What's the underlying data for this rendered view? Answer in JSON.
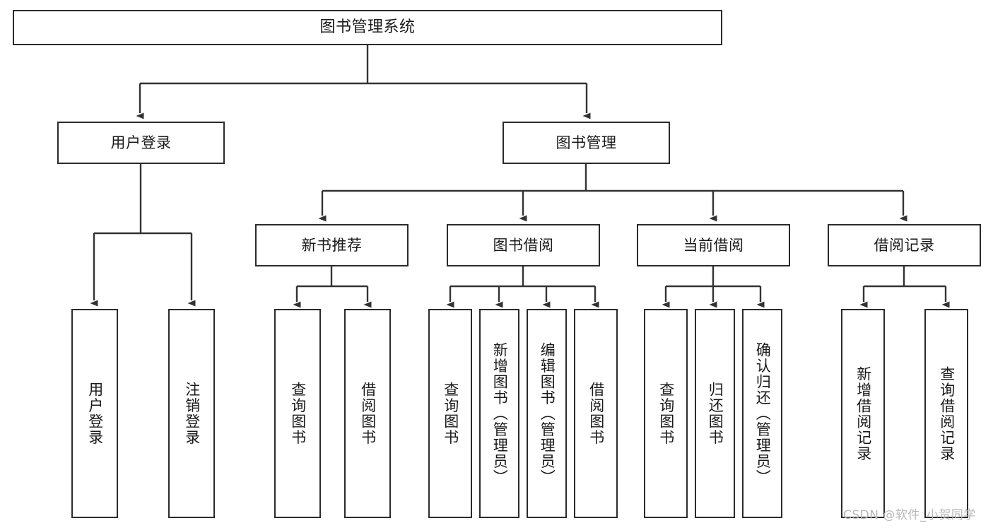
{
  "diagram": {
    "title": "图书管理系统",
    "type": "tree-hierarchy-chart",
    "colors": {
      "box_border": "#2b2b2b",
      "box_fill": "#ffffff",
      "edge": "#333333",
      "text": "#1a1a1a",
      "watermark": "#b9b9b9"
    },
    "root": {
      "label": "图书管理系统"
    },
    "level2": [
      {
        "label": "用户登录"
      },
      {
        "label": "图书管理"
      }
    ],
    "level3": [
      {
        "label": "新书推荐"
      },
      {
        "label": "图书借阅"
      },
      {
        "label": "当前借阅"
      },
      {
        "label": "借阅记录"
      }
    ],
    "leaves": {
      "user_login": [
        {
          "label": "用户登录"
        },
        {
          "label": "注销登录"
        }
      ],
      "new_book_recommend": [
        {
          "label": "查询图书"
        },
        {
          "label": "借阅图书"
        }
      ],
      "book_borrow": [
        {
          "label": "查询图书"
        },
        {
          "label": "新增图书（管理员）"
        },
        {
          "label": "编辑图书（管理员）"
        },
        {
          "label": "借阅图书"
        }
      ],
      "current_borrow": [
        {
          "label": "查询图书"
        },
        {
          "label": "归还图书"
        },
        {
          "label": "确认归还（管理员）"
        }
      ],
      "borrow_record": [
        {
          "label": "新增借阅记录"
        },
        {
          "label": "查询借阅记录"
        }
      ]
    }
  },
  "watermark": {
    "text": "CSDN @软件_小贺同学"
  }
}
